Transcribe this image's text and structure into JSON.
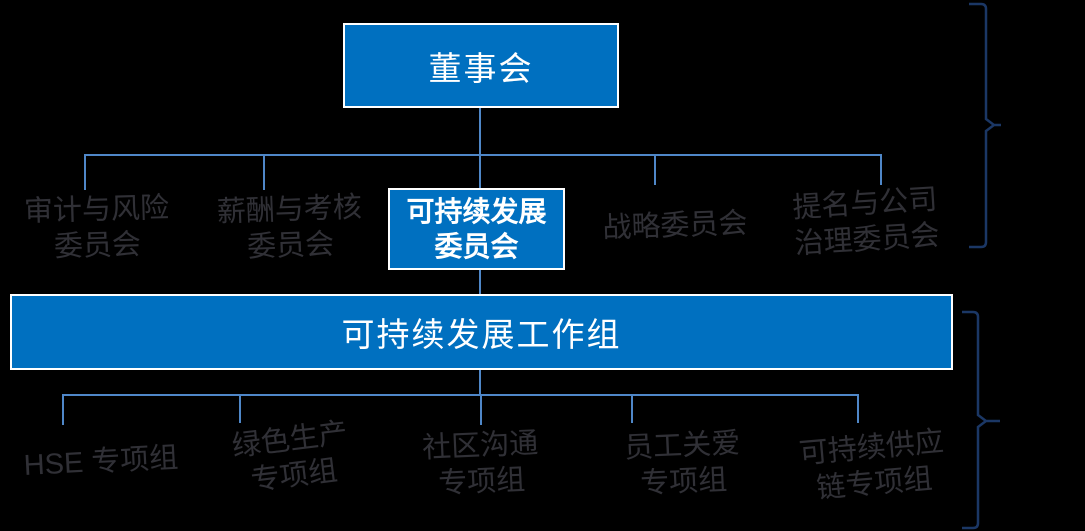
{
  "colors": {
    "background": "#000000",
    "box_fill": "#0070C0",
    "box_border": "#ffffff",
    "connector_line": "#4f87c8",
    "bracket": "#1b3765",
    "muted_text": "#303036",
    "box_text": "#ffffff"
  },
  "org_chart": {
    "root_label": "董事会",
    "committees": [
      {
        "line1": "审计与风险",
        "line2": "委员会"
      },
      {
        "line1": "薪酬与考核",
        "line2": "委员会"
      },
      {
        "line1": "可持续发展",
        "line2": "委员会"
      },
      {
        "line1": "战略委员会",
        "line2": ""
      },
      {
        "line1": "提名与公司",
        "line2": "治理委员会"
      }
    ],
    "workgroup_label": "可持续发展工作组",
    "taskforces": [
      {
        "line1": "HSE 专项组",
        "line2": ""
      },
      {
        "line1": "绿色生产",
        "line2": "专项组"
      },
      {
        "line1": "社区沟通",
        "line2": "专项组"
      },
      {
        "line1": "员工关爱",
        "line2": "专项组"
      },
      {
        "line1": "可持续供应",
        "line2": "链专项组"
      }
    ]
  }
}
